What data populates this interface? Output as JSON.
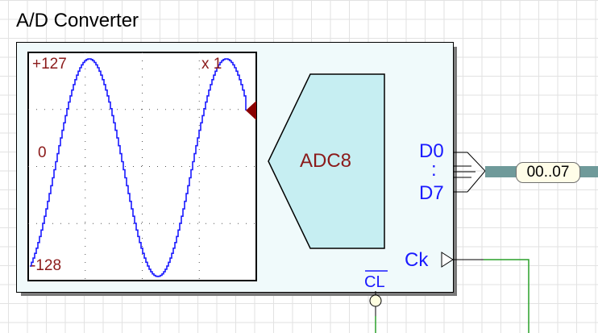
{
  "component": {
    "title": "A/D Converter",
    "block_label": "ADC8"
  },
  "scope": {
    "y_max_label": "+127",
    "y_mid_label": "0",
    "y_min_label": "-128",
    "zoom_label": "x 1",
    "trace_color": "#1a1aff",
    "label_color": "#8b1a1a"
  },
  "pins": {
    "d0": "D0",
    "dots": ":",
    "d7": "D7",
    "ck": "Ck",
    "cl": "CL"
  },
  "bus": {
    "label": "00..07",
    "color": "#6f9a9a"
  },
  "wire_color": "#2aa02a"
}
